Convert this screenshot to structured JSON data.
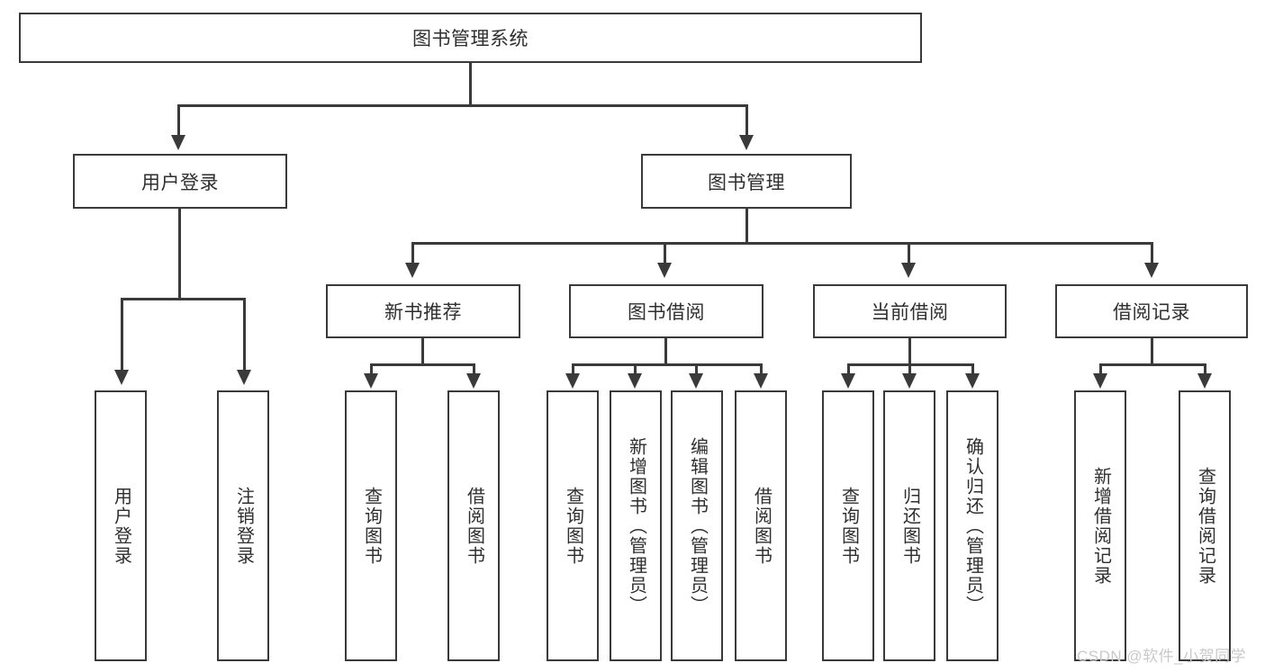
{
  "diagram": {
    "title": "图书管理系统",
    "type": "tree-hierarchy-diagram",
    "root": {
      "label": "图书管理系统"
    },
    "level1": [
      {
        "label": "用户登录"
      },
      {
        "label": "图书管理"
      }
    ],
    "level2": [
      {
        "label": "新书推荐",
        "parent": "图书管理"
      },
      {
        "label": "图书借阅",
        "parent": "图书管理"
      },
      {
        "label": "当前借阅",
        "parent": "图书管理"
      },
      {
        "label": "借阅记录",
        "parent": "图书管理"
      }
    ],
    "leaves": {
      "user_login": [
        {
          "label": "用户登录"
        },
        {
          "label": "注销登录"
        }
      ],
      "new_book_recommend": [
        {
          "label": "查询图书"
        },
        {
          "label": "借阅图书"
        }
      ],
      "book_borrow": [
        {
          "label": "查询图书"
        },
        {
          "label": "新增图书（管理员）"
        },
        {
          "label": "编辑图书（管理员）"
        },
        {
          "label": "借阅图书"
        }
      ],
      "current_borrow": [
        {
          "label": "查询图书"
        },
        {
          "label": "归还图书"
        },
        {
          "label": "确认归还（管理员）"
        }
      ],
      "borrow_record": [
        {
          "label": "新增借阅记录"
        },
        {
          "label": "查询借阅记录"
        }
      ]
    }
  },
  "watermark": {
    "text": "CSDN @软件_小贺同学"
  },
  "colors": {
    "stroke": "#3a3a3a",
    "text": "#2f2f2f",
    "background": "#ffffff",
    "watermark": "#c9c9c9"
  }
}
